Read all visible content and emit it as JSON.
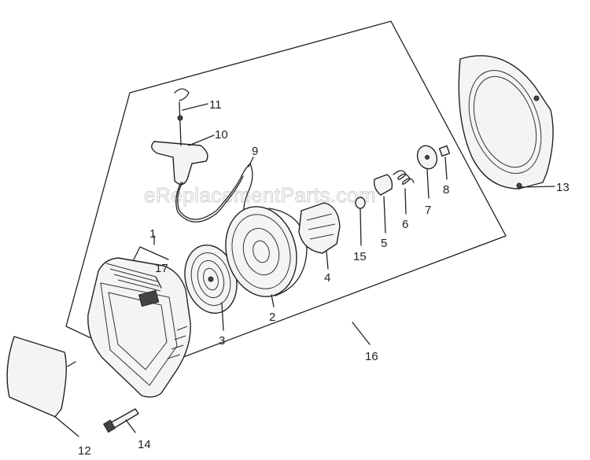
{
  "watermark": "eReplacementParts.com",
  "callouts": {
    "p1": "1",
    "p2": "2",
    "p3": "3",
    "p4": "4",
    "p5": "5",
    "p6": "6",
    "p7": "7",
    "p8": "8",
    "p9": "9",
    "p10": "10",
    "p11": "11",
    "p12": "12",
    "p13": "13",
    "p14": "14",
    "p15": "15",
    "p16": "16",
    "p17": "17"
  }
}
